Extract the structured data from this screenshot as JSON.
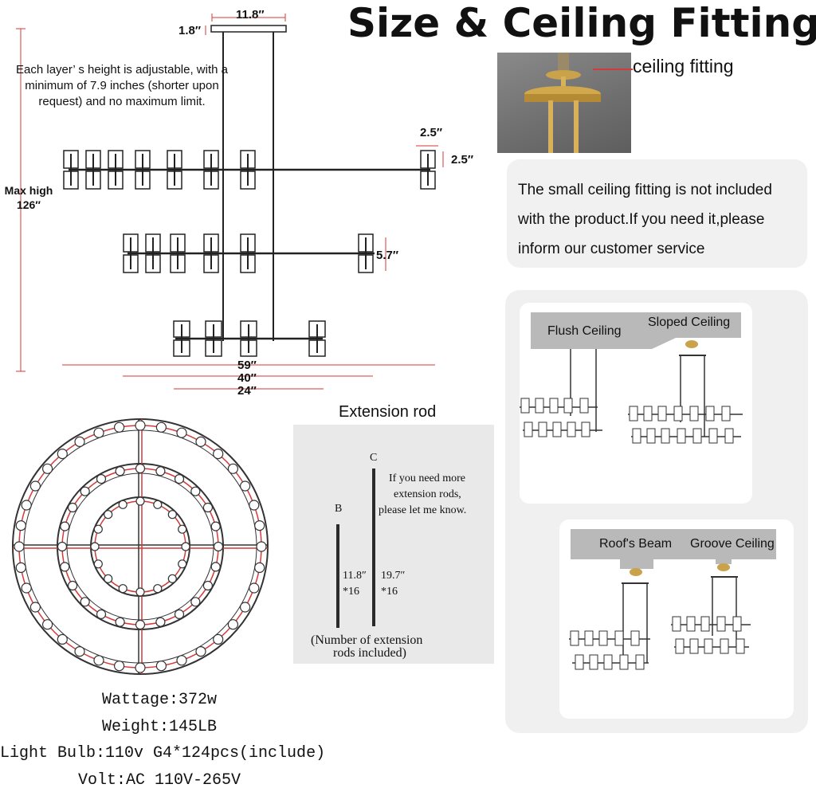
{
  "title": "Size & Ceiling Fitting",
  "dimensions": {
    "top_width": "11.8″",
    "top_height": "1.8″",
    "shade_width": "2.5″",
    "shade_height": "2.5″",
    "layer_gap": "5.7″",
    "max_high": "Max high",
    "max_high_value": "126″",
    "width_59": "59″",
    "width_40": "40″",
    "width_24": "24″"
  },
  "height_note": "Each layer’ s height is adjustable, with a minimum of 7.9 inches (shorter upon request) and no maximum limit.",
  "ceiling_fitting_label": "ceiling fitting",
  "fitting_note": "The small ceiling fitting is not included with the product.If you need it,please inform our customer service",
  "ceilings": {
    "flush": "Flush Ceiling",
    "sloped": "Sloped Ceiling",
    "beam": "Roof's Beam",
    "groove": "Groove Ceiling"
  },
  "extension": {
    "title": "Extension rod",
    "label_b": "B",
    "label_c": "C",
    "note_line1": "If you need more",
    "note_line2": "extension rods,",
    "note_line3": "please let me know.",
    "b_length": "11.8″",
    "b_count": "*16",
    "c_length": "19.7″",
    "c_count": "*16",
    "footer_line1": "(Number of extension",
    "footer_line2": "rods included)"
  },
  "specs": {
    "wattage": "Wattage:372w",
    "weight": "Weight:145LB",
    "bulb": "Light Bulb:110v G4*124pcs(include)",
    "volt": "Volt:AC 110V-265V"
  },
  "colors": {
    "dimension_red": "#d43a3a",
    "line_dark": "#222222",
    "brass": "#c9a24a",
    "ceiling_gray": "#b9b9b9"
  }
}
